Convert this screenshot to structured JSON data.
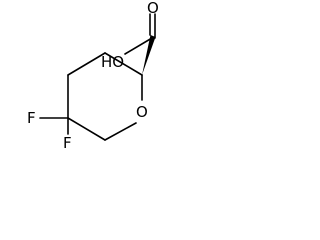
{
  "molecule": {
    "atoms": [
      {
        "id": "F1",
        "label": "F"
      },
      {
        "id": "F2",
        "label": "F"
      },
      {
        "id": "O_ring",
        "label": "O"
      },
      {
        "id": "O_carbonyl",
        "label": "O"
      },
      {
        "id": "OH",
        "label": "HO"
      }
    ],
    "stereo_bond": "wedge"
  },
  "colors": {
    "bond": "#000000",
    "background": "#ffffff"
  }
}
